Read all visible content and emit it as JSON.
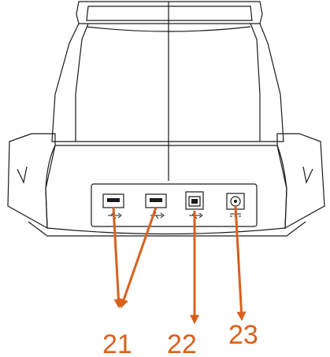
{
  "figure": {
    "callouts": [
      {
        "id": "21",
        "label": "21",
        "target": "usb-type-a-ports"
      },
      {
        "id": "22",
        "label": "22",
        "target": "usb-type-b-port"
      },
      {
        "id": "23",
        "label": "23",
        "target": "dc-power-jack"
      }
    ],
    "icons": [
      "usb-symbol-icon",
      "dc-power-symbol-icon"
    ],
    "colors": {
      "callout": "#d9601c",
      "outline": "#1a1a1a",
      "background": "#ffffff"
    }
  }
}
